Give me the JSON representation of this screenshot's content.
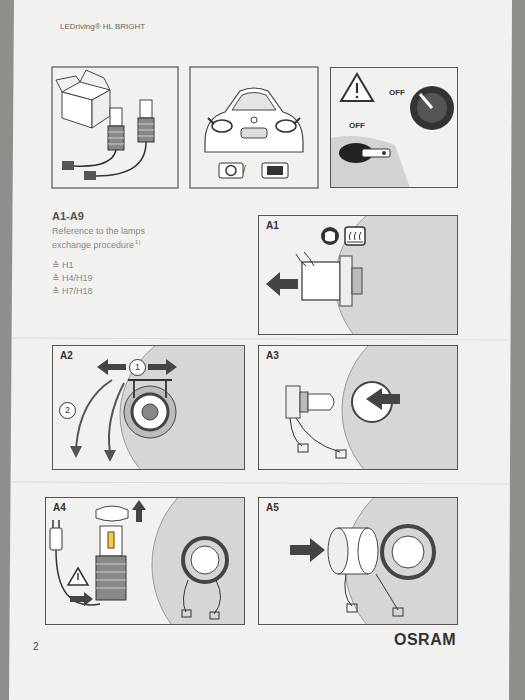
{
  "diagram": {
    "title": "LEDriving® HL BRIGHT",
    "nodes": [
      {
        "text": [
          "OFF",
          "OFF"
        ]
      },
      {
        "text": [
          "A1"
        ]
      },
      {
        "text": [
          "A2"
        ]
      },
      {
        "text": [
          "1"
        ],
        "in": 2
      },
      {
        "text": [
          "2"
        ],
        "in": 2
      },
      {
        "text": [
          "A3"
        ]
      },
      {
        "text": [
          "A4"
        ]
      },
      {
        "text": [
          "A5"
        ]
      }
    ],
    "labels": [
      "/",
      "A1-A9",
      "Reference to the lamps exchange procedure",
      "1)",
      "≙ H1",
      "≙ H4/H19",
      "≙ H7/H18",
      "2",
      "OSRAM"
    ]
  }
}
